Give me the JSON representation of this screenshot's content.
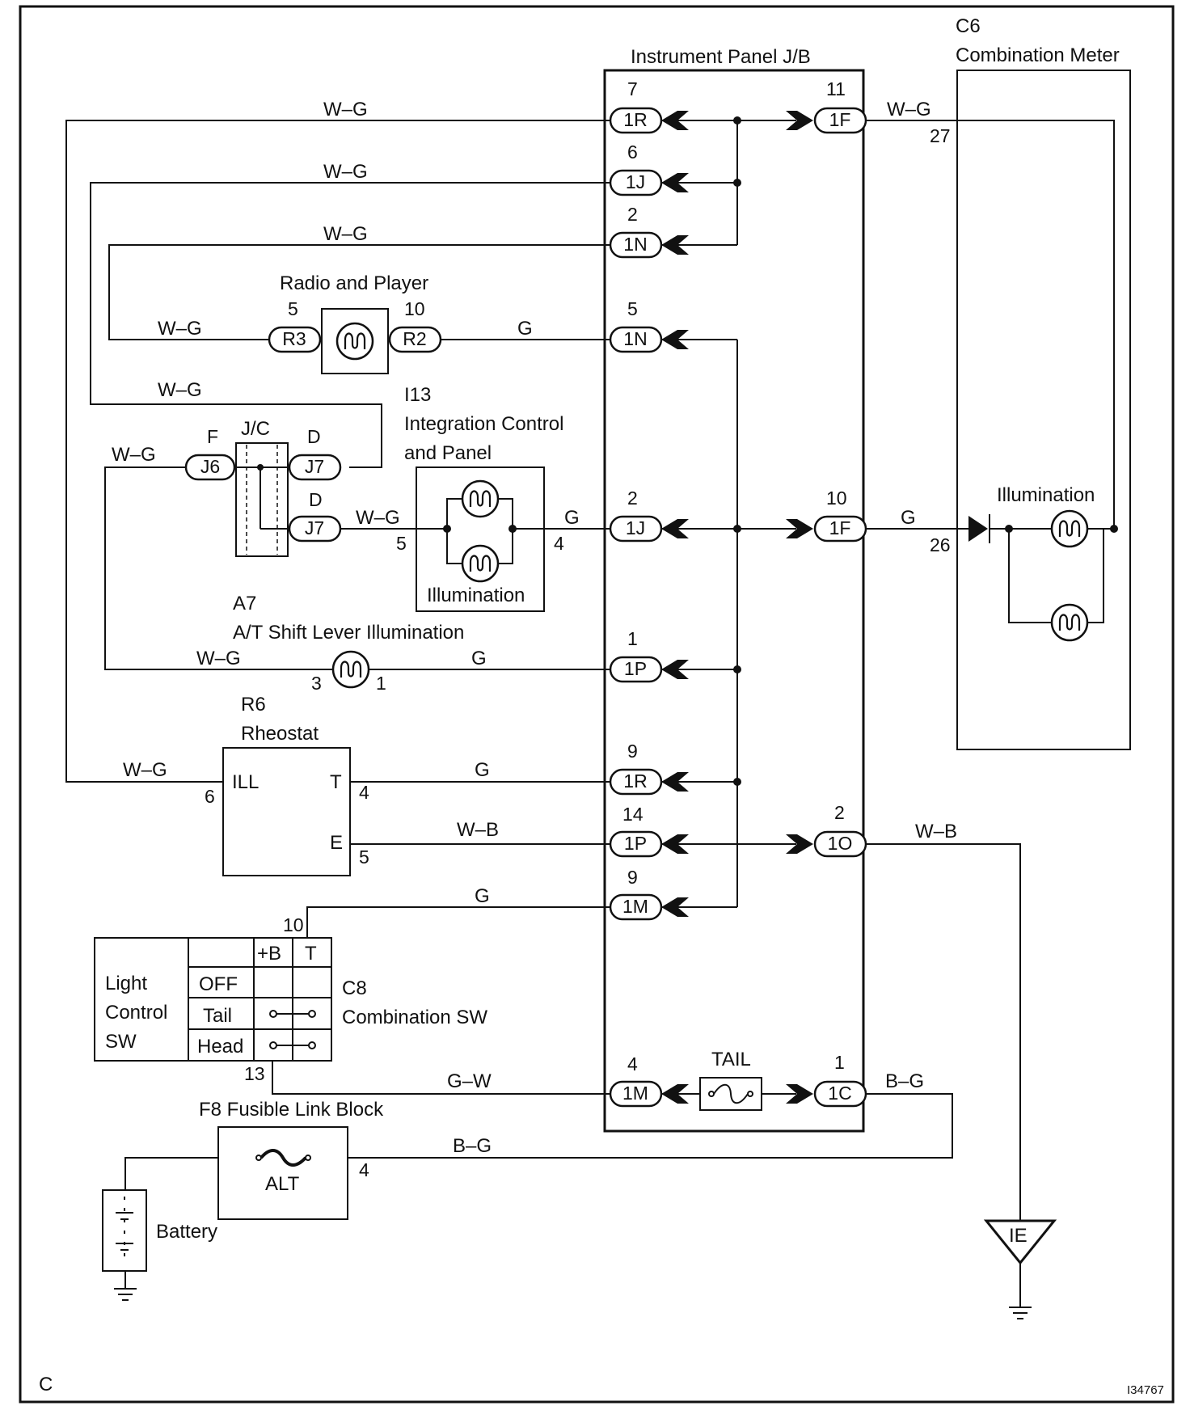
{
  "labels": {
    "ip_jb": "Instrument Panel J/B",
    "c6_id": "C6",
    "c6_name": "Combination Meter",
    "radio": "Radio and Player",
    "i13_id": "I13",
    "i13_name1": "Integration Control",
    "i13_name2": "and Panel",
    "i13_illum": "Illumination",
    "meter_illum": "Illumination",
    "jc": "J/C",
    "a7_id": "A7",
    "a7_name": "A/T Shift Lever Illumination",
    "r6_id": "R6",
    "r6_name": "Rheostat",
    "ill": "ILL",
    "t": "T",
    "e": "E",
    "c8_id": "C8",
    "c8_name": "Combination SW",
    "light1": "Light",
    "light2": "Control",
    "light3": "SW",
    "f8": "F8 Fusible Link Block",
    "alt": "ALT",
    "tail": "TAIL",
    "battery": "Battery",
    "ie": "IE",
    "corner": "C",
    "code": "I34767"
  },
  "switch_table": {
    "headers": [
      "+B",
      "T"
    ],
    "rows": [
      "OFF",
      "Tail",
      "Head"
    ]
  },
  "wire_colors": {
    "w_g": "W–G",
    "g": "G",
    "w_b": "W–B",
    "g_w": "G–W",
    "b_g": "B–G"
  },
  "connectors": {
    "1R_top": {
      "id": "1R",
      "pin": "7"
    },
    "1J_top": {
      "id": "1J",
      "pin": "6"
    },
    "1N_top": {
      "id": "1N",
      "pin": "2"
    },
    "1N_mid": {
      "id": "1N",
      "pin": "5"
    },
    "1J_mid": {
      "id": "1J",
      "pin": "2"
    },
    "1P_top": {
      "id": "1P",
      "pin": "1"
    },
    "1R_low": {
      "id": "1R",
      "pin": "9"
    },
    "1P_low": {
      "id": "1P",
      "pin": "14"
    },
    "1M_top": {
      "id": "1M",
      "pin": "9"
    },
    "1M_low": {
      "id": "1M",
      "pin": "4"
    },
    "1F_top": {
      "id": "1F",
      "pin": "11"
    },
    "1F_mid": {
      "id": "1F",
      "pin": "10"
    },
    "1O": {
      "id": "1O",
      "pin": "2"
    },
    "1C": {
      "id": "1C",
      "pin": "1"
    },
    "R3": {
      "id": "R3",
      "pin": "5"
    },
    "R2": {
      "id": "R2",
      "pin": "10"
    },
    "J6": {
      "id": "J6",
      "pin": "F"
    },
    "J7_top": {
      "id": "J7",
      "pin": "D"
    },
    "J7_low": {
      "id": "J7",
      "pin": "D"
    }
  },
  "pins": {
    "meter_27": "27",
    "meter_26": "26",
    "i13_5": "5",
    "i13_4": "4",
    "a7_3": "3",
    "a7_1": "1",
    "r6_6": "6",
    "r6_4": "4",
    "r6_5": "5",
    "c8_10": "10",
    "c8_13": "13",
    "f8_4": "4"
  }
}
